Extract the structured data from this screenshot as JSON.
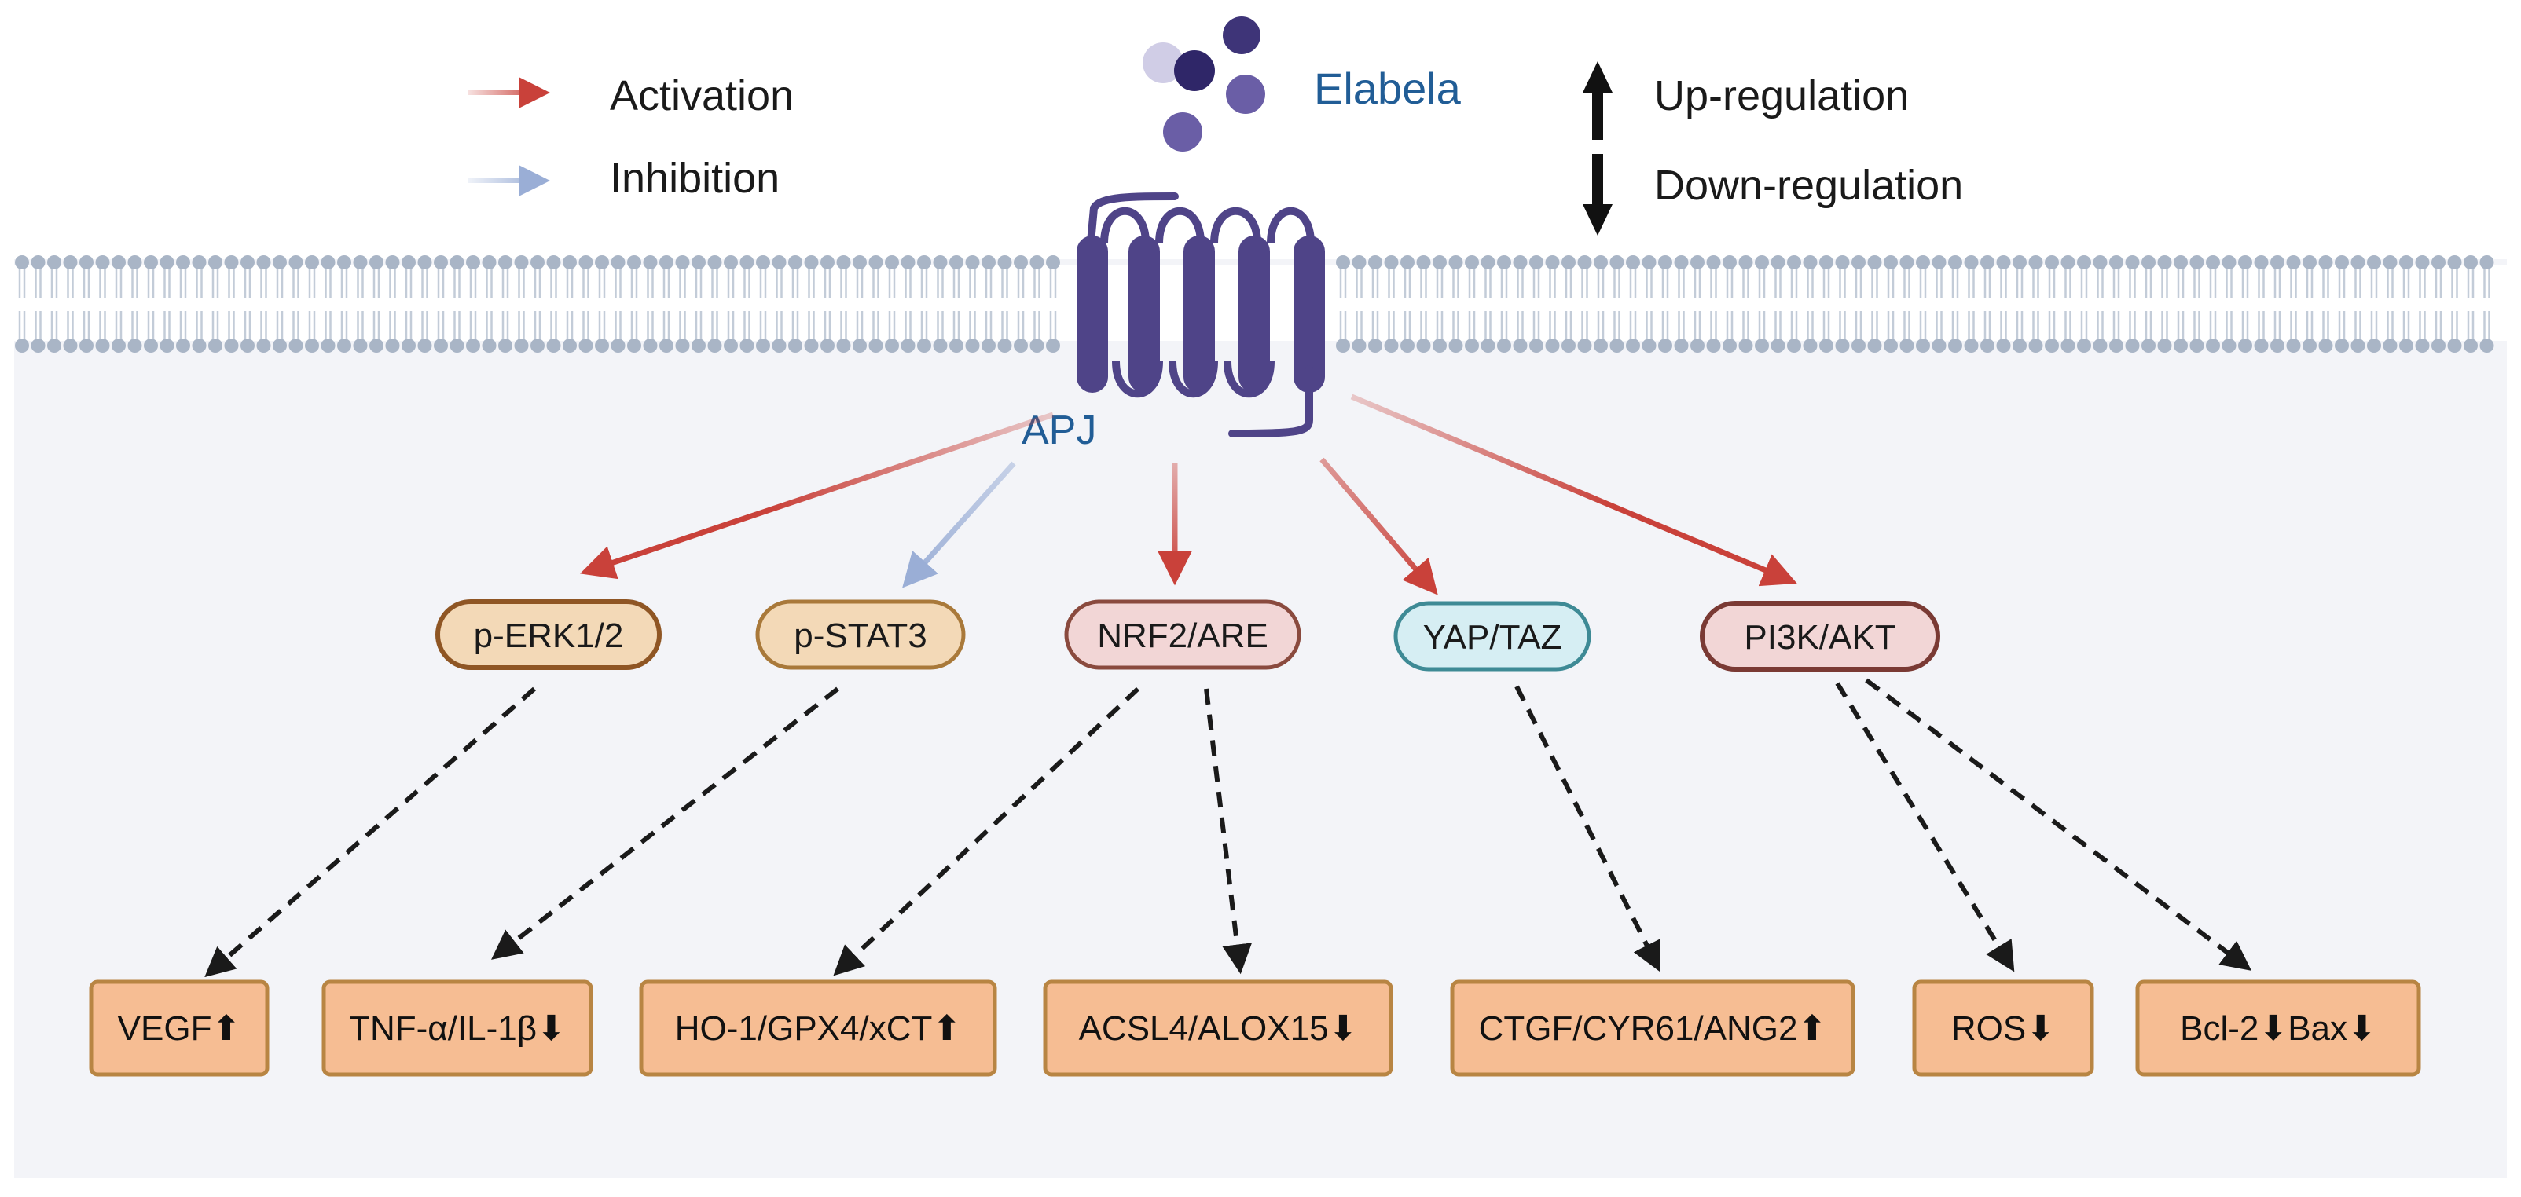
{
  "legend": {
    "activation": "Activation",
    "inhibition": "Inhibition",
    "up_regulation": "Up-regulation",
    "down_regulation": "Down-regulation"
  },
  "ligand": {
    "label": "Elabela"
  },
  "receptor": {
    "label": "APJ"
  },
  "pathways": [
    {
      "label": "p-ERK1/2",
      "effect": "activation"
    },
    {
      "label": "p-STAT3",
      "effect": "inhibition"
    },
    {
      "label": "NRF2/ARE",
      "effect": "activation"
    },
    {
      "label": "YAP/TAZ",
      "effect": "activation"
    },
    {
      "label": "PI3K/AKT",
      "effect": "activation"
    }
  ],
  "outcomes": [
    {
      "label": "VEGF⬆"
    },
    {
      "label": "TNF-α/IL-1β⬇"
    },
    {
      "label": "HO-1/GPX4/xCT⬆"
    },
    {
      "label": "ACSL4/ALOX15⬇"
    },
    {
      "label": "CTGF/CYR61/ANG2⬆"
    },
    {
      "label": "ROS⬇"
    },
    {
      "label": "Bcl-2⬇Bax⬇"
    }
  ],
  "colors": {
    "activation": "#c9413a",
    "inhibition": "#9aaed6",
    "receptor": "#4f4488",
    "label_blue": "#215d96",
    "cytoplasm": "#f3f4f8",
    "membrane": "#a9b5c6",
    "outcome_fill": "#f6bd93",
    "outcome_stroke": "#b88543"
  }
}
